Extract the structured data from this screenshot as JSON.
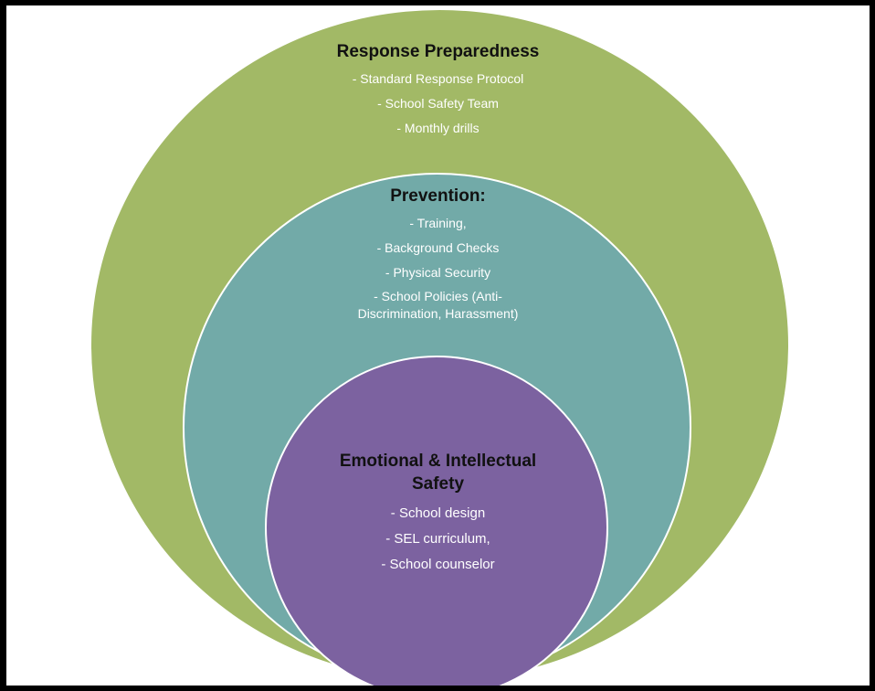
{
  "diagram": {
    "layers": [
      {
        "title": "Response Preparedness",
        "items": [
          "- Standard Response Protocol",
          "- School Safety Team",
          "- Monthly drills"
        ]
      },
      {
        "title": "Prevention:",
        "items": [
          "- Training,",
          "- Background Checks",
          "-  Physical Security",
          "- School Policies (Anti-Discrimination, Harassment)"
        ]
      },
      {
        "title": "Emotional & Intellectual Safety",
        "items": [
          "- School design",
          "- SEL curriculum,",
          "- School counselor"
        ]
      }
    ],
    "colors": {
      "outer": "#a2b966",
      "middle": "#72aaa8",
      "inner": "#7c62a0",
      "border": "#ffffff",
      "title_text": "#111111",
      "item_text": "#ffffff"
    }
  }
}
